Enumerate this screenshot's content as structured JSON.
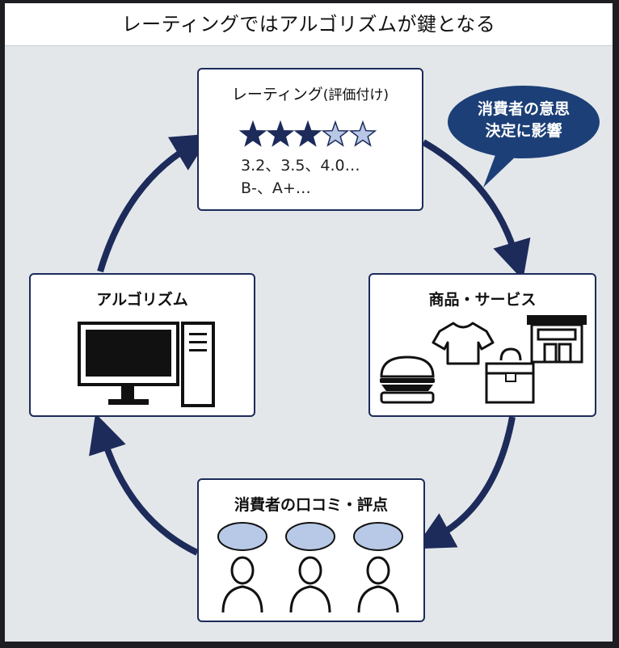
{
  "title": "レーティングではアルゴリズムが鍵となる",
  "rating_box": {
    "title": "レーティング",
    "title_note": "(評価付け)",
    "stars_filled": 3,
    "stars_total": 5,
    "values_line1": "3.2、3.5、4.0…",
    "values_line2": "B-、A+…"
  },
  "speech_bubble": {
    "line1": "消費者の意思",
    "line2": "決定に影響"
  },
  "products_box": {
    "title": "商品・サービス"
  },
  "reviews_box": {
    "title": "消費者の口コミ・評点"
  },
  "algorithm_box": {
    "title": "アルゴリズム"
  },
  "colors": {
    "navy": "#1c2b5a",
    "star_fill": "#1c2b5a",
    "star_empty": "#b8c7e6",
    "bubble": "#1c3f77",
    "review_bubble": "#b7c9e6",
    "background": "#e3e7ea"
  }
}
